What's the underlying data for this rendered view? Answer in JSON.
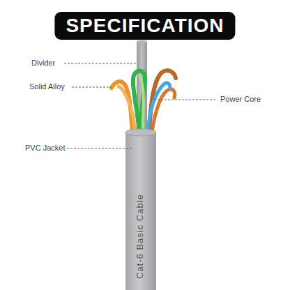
{
  "diagram": {
    "title": "SPECIFICATION",
    "labels": [
      "Divider",
      "Solid Alloy",
      "Power Core",
      "PVC Jacket",
      "Cat-6 Basic Cable"
    ]
  }
}
